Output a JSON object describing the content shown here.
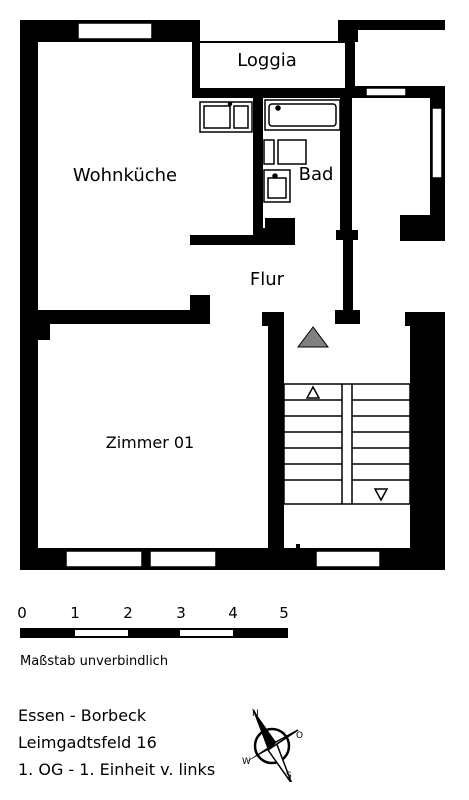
{
  "rooms": {
    "loggia": "Loggia",
    "wohnkueche": "Wohnküche",
    "bad": "Bad",
    "flur": "Flur",
    "zimmer": "Zimmer 01"
  },
  "scale": {
    "ticks": [
      "0",
      "1",
      "2",
      "3",
      "4",
      "5"
    ],
    "note": "Maßstab unverbindlich"
  },
  "address": {
    "line1": "Essen - Borbeck",
    "line2": "Leimgadtsfeld 16",
    "line3": "1. OG - 1. Einheit v. links"
  },
  "compass": {
    "n": "N",
    "o": "O",
    "s": "S",
    "w": "W"
  },
  "colors": {
    "wall": "#000000",
    "entrance_marker": "#808080"
  }
}
